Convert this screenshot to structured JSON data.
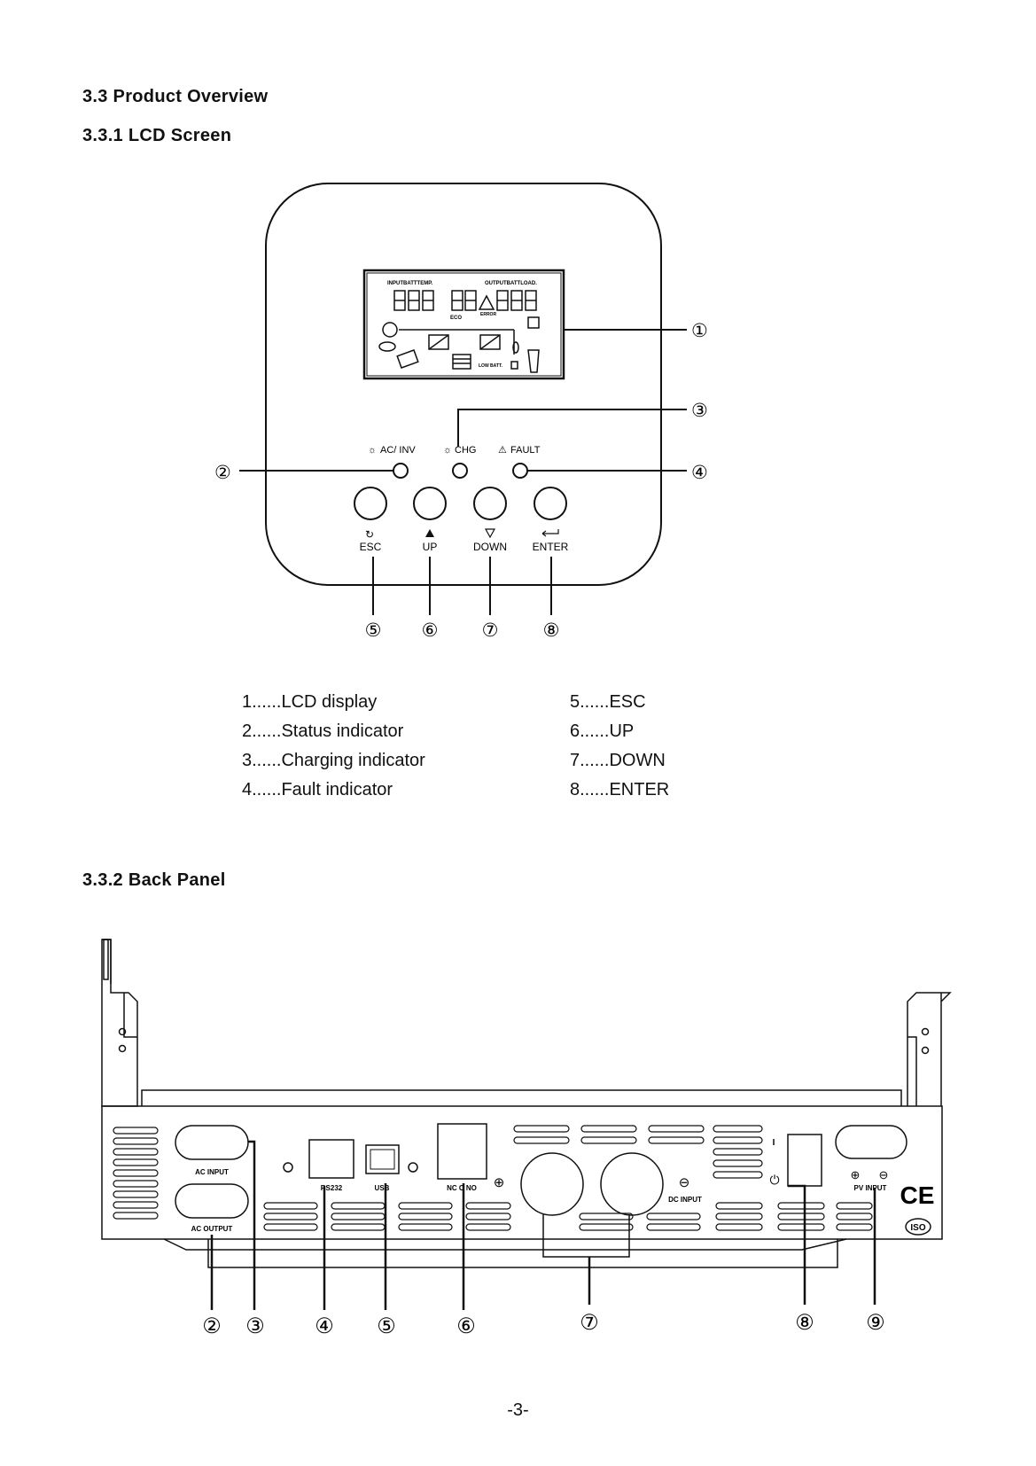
{
  "section": {
    "title": "3.3 Product Overview",
    "lcd_title": "3.3.1  LCD Screen",
    "back_title": "3.3.2  Back Panel"
  },
  "lcd_panel": {
    "indicators": {
      "ac_inv": "AC/ INV",
      "chg": "CHG",
      "fault": "FAULT"
    },
    "buttons": {
      "esc": "ESC",
      "up": "UP",
      "down": "DOWN",
      "enter": "ENTER"
    },
    "callouts": [
      "①",
      "②",
      "③",
      "④",
      "⑤",
      "⑥",
      "⑦",
      "⑧"
    ],
    "display_labels": {
      "input": "INPUTBATTTEMP.",
      "output": "OUTPUTBATTLOAD.",
      "eco": "ECO",
      "low_batt": "LOW BATT.",
      "error": "ERROR"
    }
  },
  "lcd_legend": {
    "left": [
      "1......LCD display",
      "2......Status indicator",
      "3......Charging indicator",
      "4......Fault indicator"
    ],
    "right": [
      "5......ESC",
      "6......UP",
      "7......DOWN",
      "8......ENTER"
    ]
  },
  "back_panel": {
    "labels": {
      "ac_input": "AC INPUT",
      "ac_output": "AC OUTPUT",
      "rs232": "RS232",
      "usb": "USB",
      "relay": "NC  C  NO",
      "dc_input": "DC INPUT",
      "pv_input": "PV INPUT",
      "ce": "CE",
      "iso": "ISO",
      "switch_on": "I"
    },
    "callouts": [
      "②",
      "③",
      "④",
      "⑤",
      "⑥",
      "⑦",
      "⑧",
      "⑨"
    ]
  },
  "page_number": "-3-"
}
